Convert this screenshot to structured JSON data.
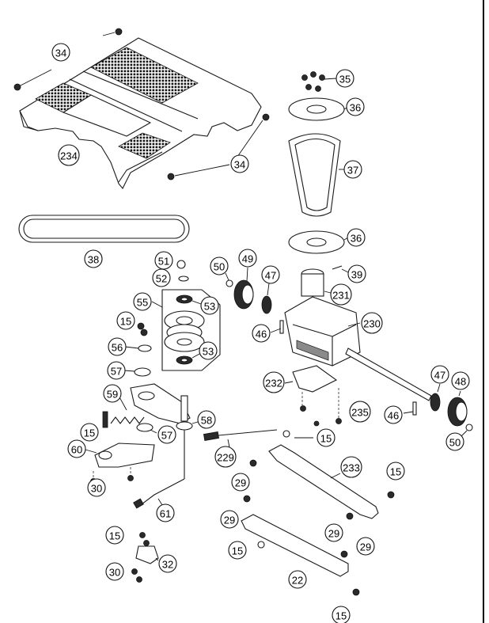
{
  "callouts": {
    "c34a": "34",
    "c34b": "34",
    "c234": "234",
    "c35": "35",
    "c36a": "36",
    "c37": "37",
    "c36b": "36",
    "c38": "38",
    "c51": "51",
    "c52": "52",
    "c55": "55",
    "c53a": "53",
    "c53b": "53",
    "c15a": "15",
    "c56": "56",
    "c57a": "57",
    "c59": "59",
    "c15b": "15",
    "c57b": "57",
    "c58": "58",
    "c60": "60",
    "c30a": "30",
    "c61": "61",
    "c15c": "15",
    "c32": "32",
    "c30b": "30",
    "c50a": "50",
    "c49": "49",
    "c47a": "47",
    "c39": "39",
    "c231": "231",
    "c46a": "46",
    "c230": "230",
    "c232": "232",
    "c235": "235",
    "c47b": "47",
    "c48": "48",
    "c46b": "46",
    "c50b": "50",
    "c15d": "15",
    "c229": "229",
    "c233": "233",
    "c29a": "29",
    "c15e": "15",
    "c29b": "29",
    "c29c": "29",
    "c15f": "15",
    "c29d": "29",
    "c22": "22",
    "c15g": "15"
  }
}
